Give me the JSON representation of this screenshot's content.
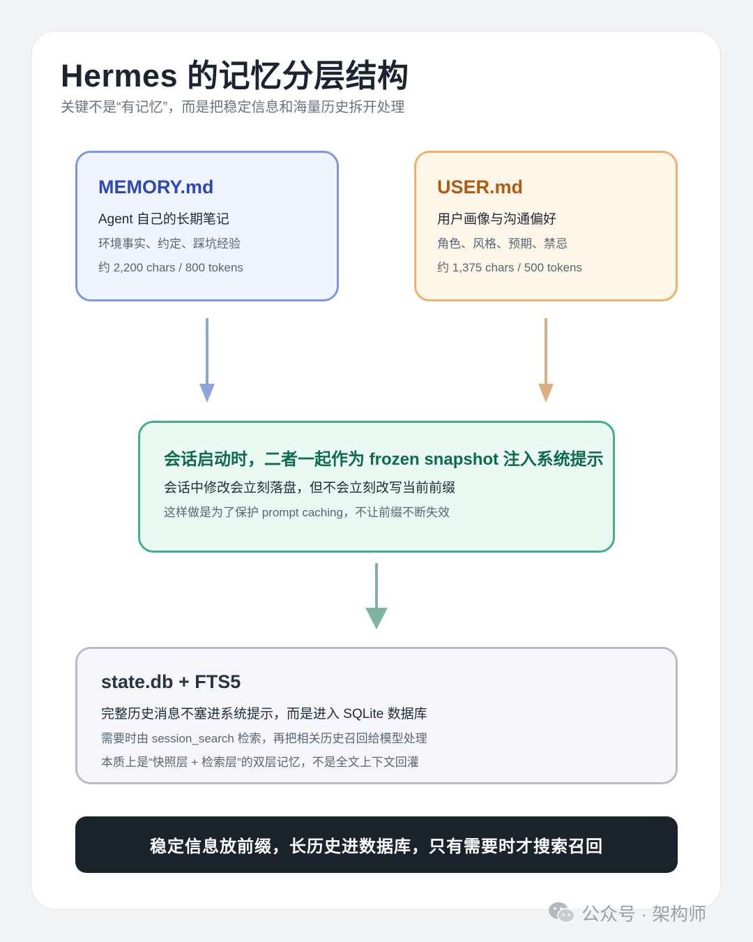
{
  "header": {
    "title": "Hermes 的记忆分层结构",
    "subtitle": "关键不是“有记忆”，而是把稳定信息和海量历史拆开处理"
  },
  "memory_box": {
    "heading": "MEMORY.md",
    "line1": "Agent 自己的长期笔记",
    "line2": "环境事实、约定、踩坑经验",
    "line3": "约 2,200 chars / 800 tokens"
  },
  "user_box": {
    "heading": "USER.md",
    "line1": "用户画像与沟通偏好",
    "line2": "角色、风格、预期、禁忌",
    "line3": "约 1,375 chars / 500 tokens"
  },
  "session_box": {
    "heading": "会话启动时，二者一起作为 frozen snapshot 注入系统提示",
    "line1": "会话中修改会立刻落盘，但不会立刻改写当前前缀",
    "line2": "这样做是为了保护 prompt caching，不让前缀不断失效"
  },
  "state_box": {
    "heading": "state.db + FTS5",
    "line1": "完整历史消息不塞进系统提示，而是进入 SQLite 数据库",
    "line2": "需要时由 session_search 检索，再把相关历史召回给模型处理",
    "line3": "本质上是“快照层 + 检索层”的双层记忆，不是全文上下文回灌"
  },
  "banner": {
    "text": "稳定信息放前缀，长历史进数据库，只有需要时才搜索召回"
  },
  "watermark": {
    "text": "公众号 · 架构师",
    "icon": "wechat-icon"
  },
  "colors": {
    "memory_border": "#7b96e6",
    "user_border": "#f1b06b",
    "session_border": "#3fb08a",
    "state_border": "#b9bcc8",
    "arrow_memory": "#8ea3d8",
    "arrow_user": "#deae7e",
    "arrow_session": "#7fb3a0",
    "banner_bg": "#1a222c"
  }
}
